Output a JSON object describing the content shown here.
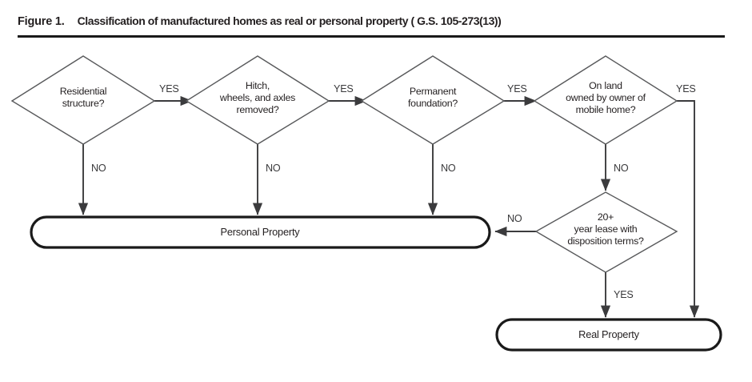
{
  "figure": {
    "label": "Figure 1.",
    "title": "Classification of manufactured homes as real or personal property ( G.S. 105-273(13))"
  },
  "colors": {
    "node_stroke": "#58595b",
    "terminal_stroke": "#1a1a1a",
    "connector": "#3b3b3d",
    "text": "#231f20",
    "background": "#ffffff"
  },
  "chart_data": {
    "type": "flowchart",
    "title": "Classification of manufactured homes as real or personal property ( G.S. 105-273(13))",
    "orientation": "left-to-right",
    "nodes": [
      {
        "id": "d1",
        "shape": "diamond",
        "lines": [
          "Residential",
          "structure?"
        ]
      },
      {
        "id": "d2",
        "shape": "diamond",
        "lines": [
          "Hitch,",
          "wheels, and axles",
          "removed?"
        ]
      },
      {
        "id": "d3",
        "shape": "diamond",
        "lines": [
          "Permanent",
          "foundation?"
        ]
      },
      {
        "id": "d4",
        "shape": "diamond",
        "lines": [
          "On land",
          "owned by owner of",
          "mobile home?"
        ]
      },
      {
        "id": "d5",
        "shape": "diamond",
        "lines": [
          "20+",
          "year lease with",
          "disposition terms?"
        ]
      },
      {
        "id": "t1",
        "shape": "terminal",
        "lines": [
          "Personal Property"
        ]
      },
      {
        "id": "t2",
        "shape": "terminal",
        "lines": [
          "Real Property"
        ]
      }
    ],
    "edges": [
      {
        "from": "d1",
        "to": "d2",
        "label": "YES"
      },
      {
        "from": "d1",
        "to": "t1",
        "label": "NO"
      },
      {
        "from": "d2",
        "to": "d3",
        "label": "YES"
      },
      {
        "from": "d2",
        "to": "t1",
        "label": "NO"
      },
      {
        "from": "d3",
        "to": "d4",
        "label": "YES"
      },
      {
        "from": "d3",
        "to": "t1",
        "label": "NO"
      },
      {
        "from": "d4",
        "to": "t2",
        "label": "YES"
      },
      {
        "from": "d4",
        "to": "d5",
        "label": "NO"
      },
      {
        "from": "d5",
        "to": "t1",
        "label": "NO"
      },
      {
        "from": "d5",
        "to": "t2",
        "label": "YES"
      }
    ]
  },
  "nodes": {
    "d1": {
      "l1": "Residential",
      "l2": "structure?"
    },
    "d2": {
      "l1": "Hitch,",
      "l2": "wheels, and axles",
      "l3": "removed?"
    },
    "d3": {
      "l1": "Permanent",
      "l2": "foundation?"
    },
    "d4": {
      "l1": "On land",
      "l2": "owned by owner of",
      "l3": "mobile home?"
    },
    "d5": {
      "l1": "20+",
      "l2": "year lease with",
      "l3": "disposition terms?"
    },
    "t1": {
      "l1": "Personal Property"
    },
    "t2": {
      "l1": "Real Property"
    }
  },
  "edge_labels": {
    "d1_yes": "YES",
    "d1_no": "NO",
    "d2_yes": "YES",
    "d2_no": "NO",
    "d3_yes": "YES",
    "d3_no": "NO",
    "d4_yes": "YES",
    "d4_no": "NO",
    "d5_no": "NO",
    "d5_yes": "YES"
  }
}
